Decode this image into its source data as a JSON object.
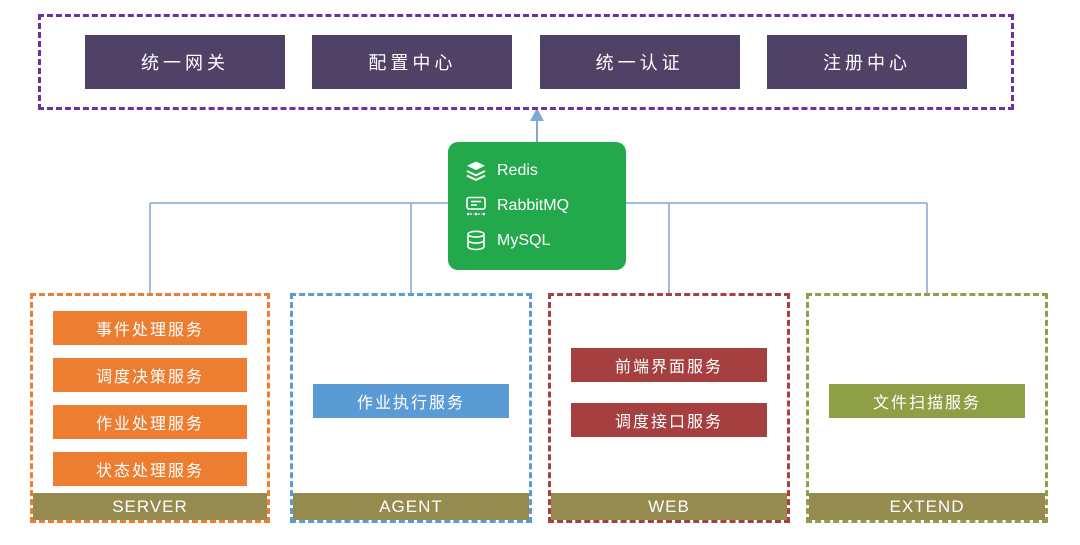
{
  "diagram": {
    "title": "microservice-architecture",
    "platform": {
      "items": [
        {
          "label": "统一网关"
        },
        {
          "label": "配置中心"
        },
        {
          "label": "统一认证"
        },
        {
          "label": "注册中心"
        }
      ]
    },
    "middleware": {
      "items": [
        {
          "label": "Redis",
          "icon": "redis-icon"
        },
        {
          "label": "RabbitMQ",
          "icon": "rabbitmq-icon"
        },
        {
          "label": "MySQL",
          "icon": "mysql-icon"
        }
      ]
    },
    "groups": [
      {
        "name": "SERVER",
        "services": [
          {
            "label": "事件处理服务"
          },
          {
            "label": "调度决策服务"
          },
          {
            "label": "作业处理服务"
          },
          {
            "label": "状态处理服务"
          }
        ]
      },
      {
        "name": "AGENT",
        "services": [
          {
            "label": "作业执行服务"
          }
        ]
      },
      {
        "name": "WEB",
        "services": [
          {
            "label": "前端界面服务"
          },
          {
            "label": "调度接口服务"
          }
        ]
      },
      {
        "name": "EXTEND",
        "services": [
          {
            "label": "文件扫描服务"
          }
        ]
      }
    ],
    "colors": {
      "platform_border": "#7030A0",
      "platform_box": "#4F4266",
      "middleware_box": "#23A84B",
      "connector_line": "#7FA8D4",
      "server_accent": "#ED7D31",
      "agent_accent": "#5B9BD5",
      "web_accent": "#A64040",
      "extend_accent": "#8F9F45",
      "group_label_bg": "#958B4F"
    }
  }
}
